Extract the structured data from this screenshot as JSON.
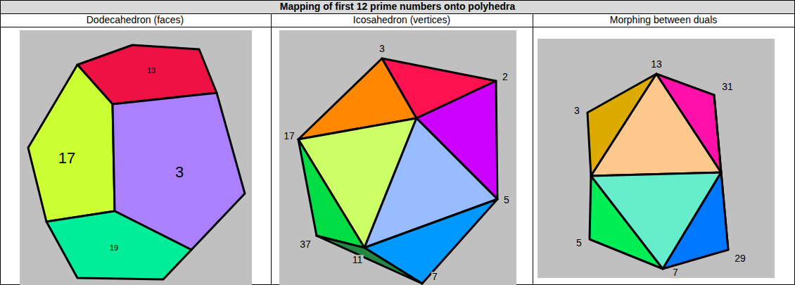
{
  "diagram": {
    "title": "Mapping of first 12 prime numbers onto polyhedra",
    "labels": [
      "Dodecahedron (faces)",
      "Icosahedron (vertices)",
      "Morphing between duals",
      "13",
      "17",
      "3",
      "19",
      "3",
      "2",
      "17",
      "5",
      "37",
      "11",
      "7",
      "13",
      "3",
      "31",
      "5",
      "29",
      "7"
    ]
  }
}
